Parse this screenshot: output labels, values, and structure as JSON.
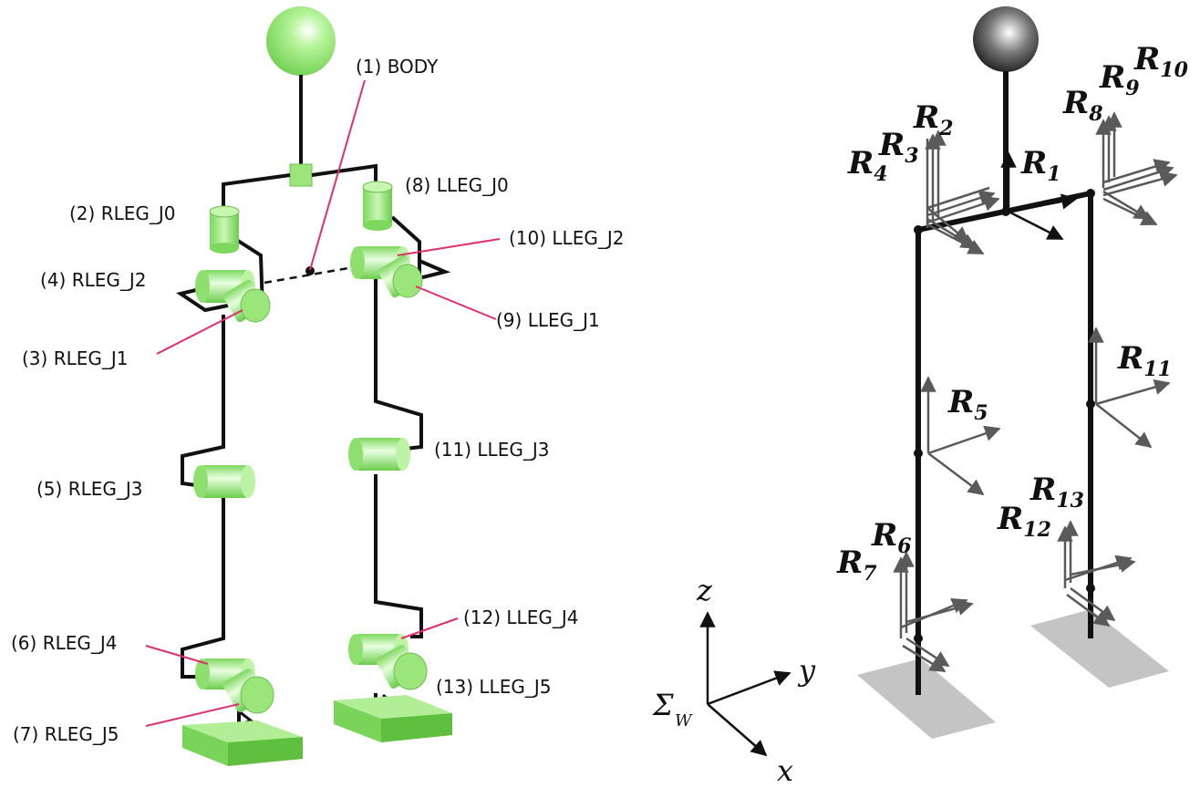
{
  "left_model": {
    "labels": {
      "body": "(1) BODY",
      "rleg_j0": "(2) RLEG_J0",
      "rleg_j1": "(3) RLEG_J1",
      "rleg_j2": "(4) RLEG_J2",
      "rleg_j3": "(5) RLEG_J3",
      "rleg_j4": "(6) RLEG_J4",
      "rleg_j5": "(7) RLEG_J5",
      "lleg_j0": "(8) LLEG_J0",
      "lleg_j1": "(9) LLEG_J1",
      "lleg_j2": "(10) LLEG_J2",
      "lleg_j3": "(11) LLEG_J3",
      "lleg_j4": "(12) LLEG_J4",
      "lleg_j5": "(13) LLEG_J5"
    },
    "colors": {
      "joint": "#a8ec88",
      "leader": "#e0306a",
      "link": "#111111"
    }
  },
  "world_frame": {
    "sigma": "Σ",
    "sigma_sub": "W",
    "x": "x",
    "y": "y",
    "z": "z"
  },
  "right_model": {
    "frames": {
      "r1": {
        "main": "R",
        "sub": "1"
      },
      "r2": {
        "main": "R",
        "sub": "2"
      },
      "r3": {
        "main": "R",
        "sub": "3"
      },
      "r4": {
        "main": "R",
        "sub": "4"
      },
      "r5": {
        "main": "R",
        "sub": "5"
      },
      "r6": {
        "main": "R",
        "sub": "6"
      },
      "r7": {
        "main": "R",
        "sub": "7"
      },
      "r8": {
        "main": "R",
        "sub": "8"
      },
      "r9": {
        "main": "R",
        "sub": "9"
      },
      "r10": {
        "main": "R",
        "sub": "10"
      },
      "r11": {
        "main": "R",
        "sub": "11"
      },
      "r12": {
        "main": "R",
        "sub": "12"
      },
      "r13": {
        "main": "R",
        "sub": "13"
      }
    },
    "colors": {
      "frame_arrow": "#5a5a5a",
      "foot": "#c4c4c4"
    }
  }
}
